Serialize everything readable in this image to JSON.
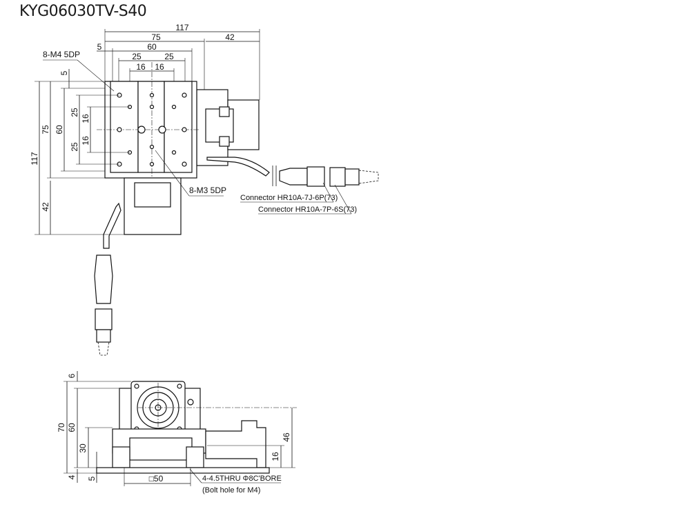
{
  "title": "KYG06030TV-S40",
  "top_view": {
    "dims": {
      "overall_width": "117",
      "stage_width": "75",
      "motor_extension": "42",
      "offset": "5",
      "hole_span": "60",
      "pitch_25_left": "25",
      "pitch_25_right": "25",
      "pitch_16_left": "16",
      "pitch_16_right": "16",
      "left_offset": "5",
      "overall_height": "117",
      "stage_height": "75",
      "hole_span_v": "60",
      "pitch_25_top": "25",
      "pitch_16_top": "16",
      "pitch_16_bottom": "16",
      "pitch_25_bottom": "25",
      "motor_extension_v": "42"
    },
    "callouts": {
      "m4_holes": "8-M4 5DP",
      "m3_holes": "8-M3 5DP",
      "connector_1": "Connector HR10A-7J-6P(73)",
      "connector_2": "Connector HR10A-7P-6S(73)"
    }
  },
  "side_view": {
    "dims": {
      "top_offset": "6",
      "overall_height": "70",
      "height_60": "60",
      "height_30": "30",
      "base_4": "4",
      "base_5": "5",
      "square_50": "□50",
      "height_46": "46",
      "height_16": "16"
    },
    "callouts": {
      "bolt_hole": "4-4.5THRU Φ8C'BORE",
      "bolt_note": "(Bolt hole for M4)"
    }
  }
}
